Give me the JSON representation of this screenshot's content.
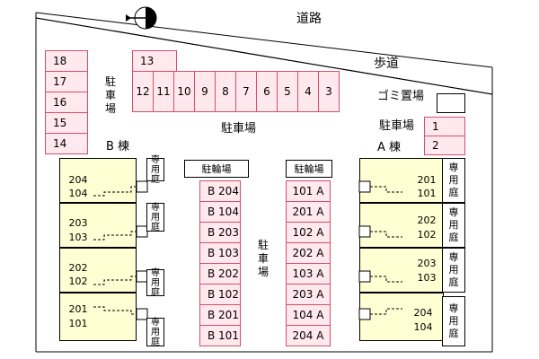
{
  "road": {
    "label": "道路"
  },
  "sidewalk": {
    "label": "歩道"
  },
  "trash": {
    "label": "ゴミ置場"
  },
  "parking_word": "駐車場",
  "parking_left_label": "駐車場",
  "parking_right_label": "駐車場",
  "parking_center_label": "駐車場",
  "parking_center_vertical": "駐車場",
  "bldg_b": "B 棟",
  "bldg_a": "A 棟",
  "bike_left_label": "駐輪場",
  "bike_right_label": "駐輪場",
  "garden_label": "専用庭",
  "left_column_spaces": [
    "18",
    "17",
    "16",
    "15",
    "14"
  ],
  "top_row_single": "13",
  "top_row_spaces": [
    "12",
    "11",
    "10",
    "9",
    "8",
    "7",
    "6",
    "5",
    "4",
    "3"
  ],
  "right_spaces": [
    "1",
    "2"
  ],
  "bike_left_slots": [
    "B 204",
    "B 104",
    "B 203",
    "B 103",
    "B 202",
    "B 102",
    "B 201",
    "B 101"
  ],
  "bike_right_slots": [
    "101 A",
    "201 A",
    "102 A",
    "202 A",
    "103 A",
    "203 A",
    "104 A",
    "204 A"
  ],
  "b_units": [
    {
      "upper": "204",
      "lower": "104"
    },
    {
      "upper": "203",
      "lower": "103"
    },
    {
      "upper": "202",
      "lower": "102"
    },
    {
      "upper": "201",
      "lower": "101"
    }
  ],
  "a_units": [
    {
      "upper": "201",
      "lower": "101"
    },
    {
      "upper": "202",
      "lower": "102"
    },
    {
      "upper": "203",
      "lower": "103"
    },
    {
      "upper": "204",
      "lower": "104"
    }
  ],
  "colors": {
    "parking_fill": "#ffe8ee",
    "parking_border": "#d4506a",
    "unit_fill": "#ffffd4"
  }
}
